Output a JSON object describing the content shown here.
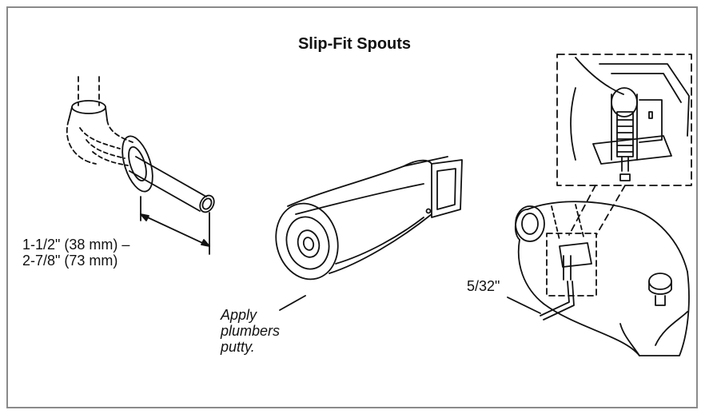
{
  "title": "Slip-Fit Spouts",
  "dimension": {
    "line1": "1-1/2\" (38 mm) –",
    "line2": "2-7/8\" (73 mm)"
  },
  "putty_note": {
    "line1": "Apply",
    "line2": "plumbers",
    "line3": "putty."
  },
  "wrench_size": "5/32\""
}
